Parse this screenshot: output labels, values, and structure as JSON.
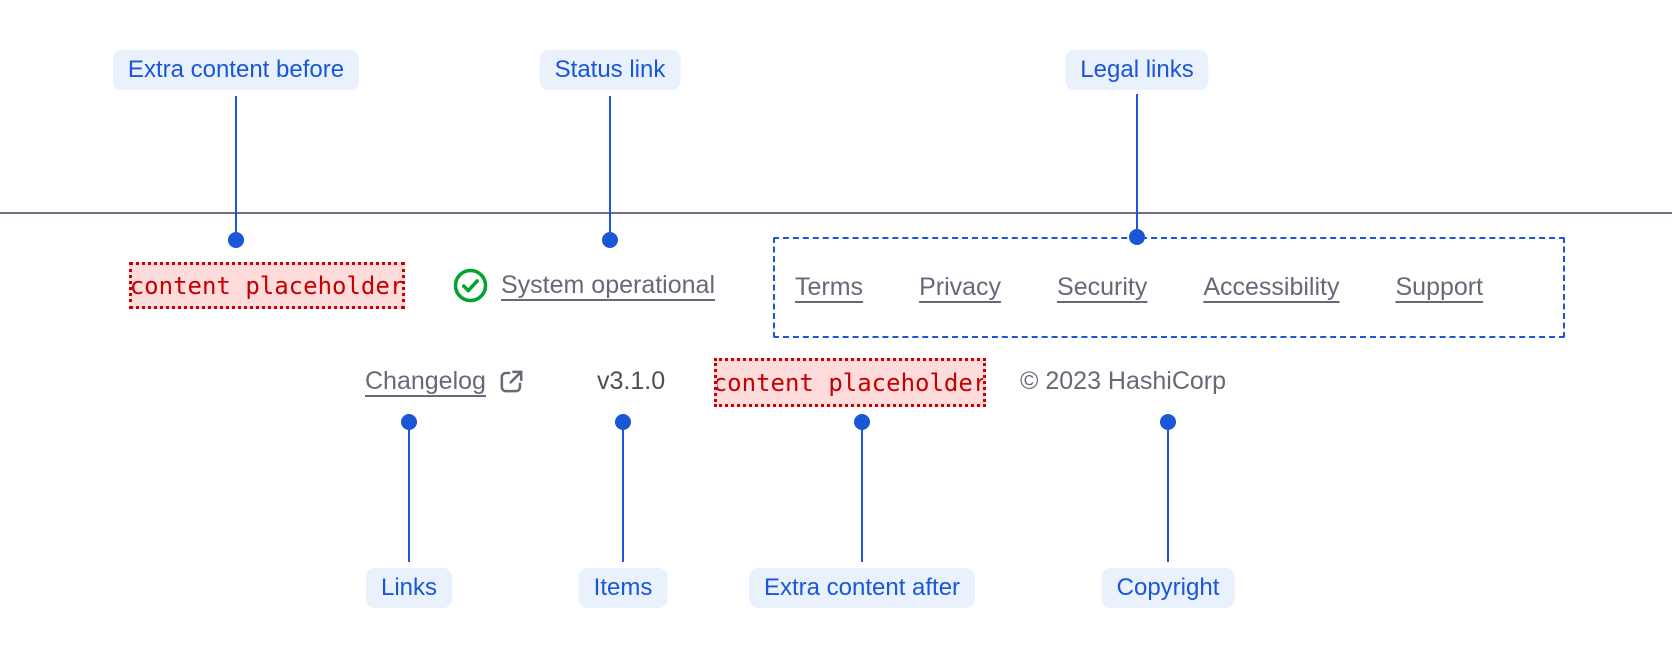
{
  "callouts": {
    "extra_content_before": "Extra content before",
    "status_link": "Status link",
    "legal_links": "Legal links",
    "links": "Links",
    "items": "Items",
    "extra_content_after": "Extra content after",
    "copyright": "Copyright"
  },
  "footer": {
    "extra_content_before": "content placeholder",
    "status": {
      "label": "System operational",
      "icon": "check-circle-icon"
    },
    "legal_links": [
      "Terms",
      "Privacy",
      "Security",
      "Accessibility",
      "Support"
    ],
    "links": [
      {
        "label": "Changelog",
        "icon": "external-link-icon"
      }
    ],
    "version": "v3.1.0",
    "extra_content_after": "content placeholder",
    "copyright": "© 2023 HashiCorp"
  },
  "colors": {
    "callout_accent": "#1a56d6",
    "callout_pill_bg": "#e9f1fd",
    "placeholder_text": "#c40000",
    "placeholder_bg": "#ffdcdc",
    "placeholder_border": "#cc0001",
    "link_gray": "#656a76",
    "version_gray": "#4b4f58",
    "status_green": "#00a32b",
    "divider_gray": "#6c7183",
    "legal_border_blue": "#1c56d6"
  }
}
